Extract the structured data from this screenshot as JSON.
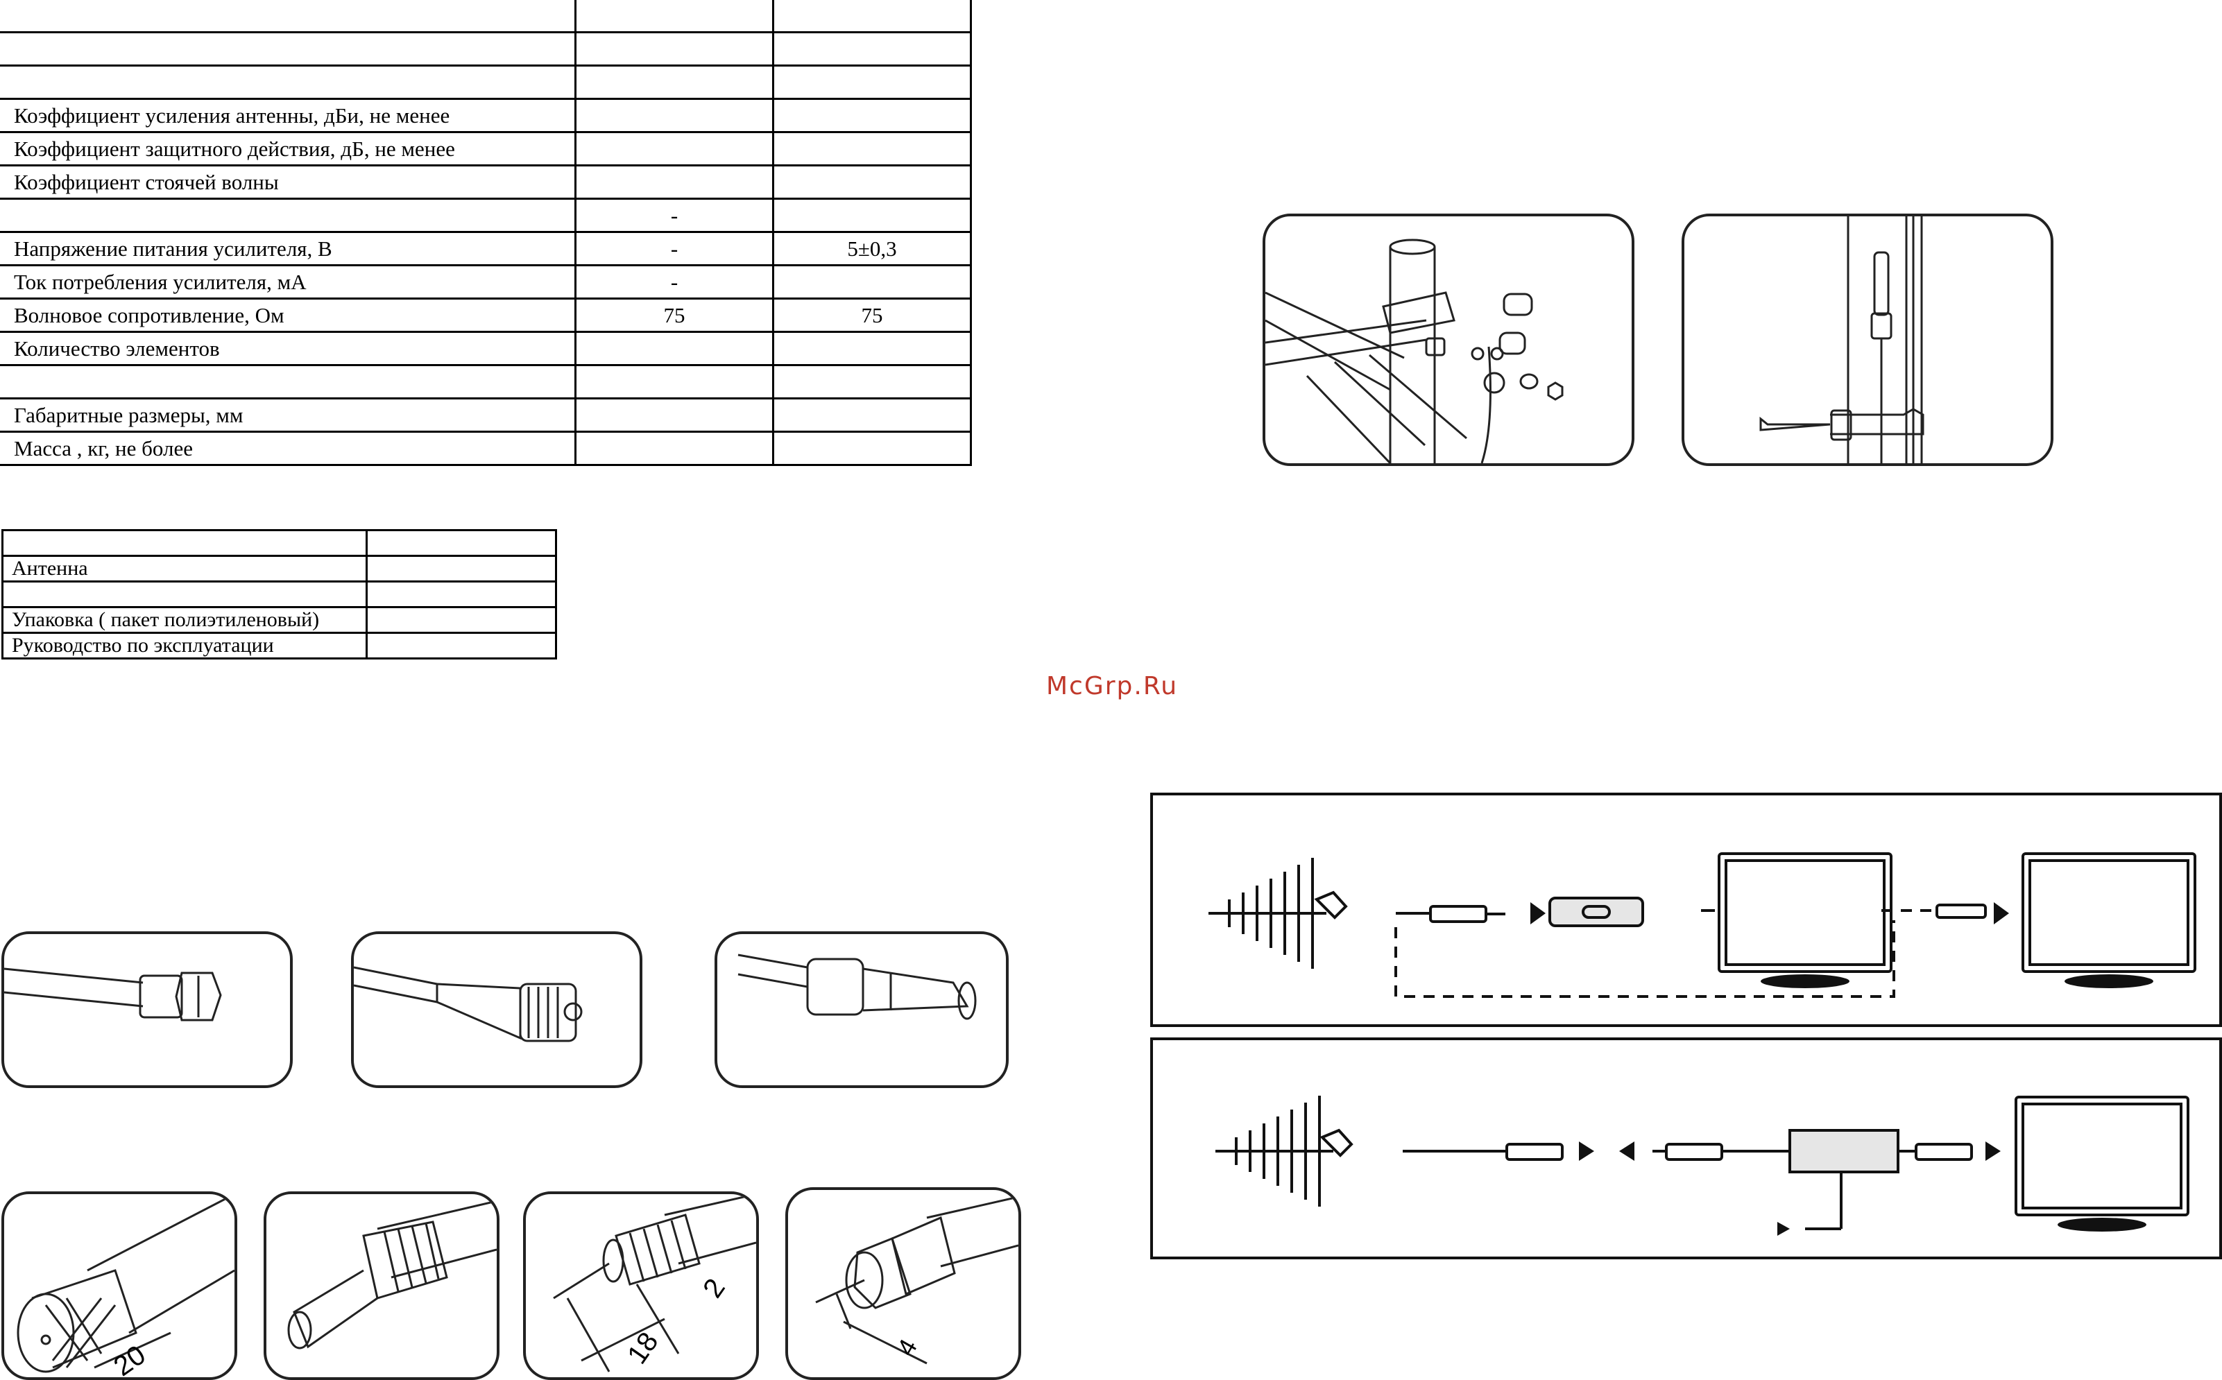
{
  "spec_table": {
    "rows": [
      {
        "label": "",
        "v1": "",
        "v2": ""
      },
      {
        "label": "",
        "v1": "",
        "v2": ""
      },
      {
        "label": "",
        "v1": "",
        "v2": ""
      },
      {
        "label": "Коэффициент усиления антенны, дБи, не менее",
        "v1": "",
        "v2": ""
      },
      {
        "label": "Коэффициент защитного действия, дБ, не менее",
        "v1": "",
        "v2": ""
      },
      {
        "label": "Коэффициент стоячей волны",
        "v1": "",
        "v2": ""
      },
      {
        "label": "",
        "v1": "-",
        "v2": ""
      },
      {
        "label": "Напряжение питания усилителя, В",
        "v1": "-",
        "v2": "5±0,3"
      },
      {
        "label": "Ток потребления усилителя, мА",
        "v1": "-",
        "v2": ""
      },
      {
        "label": "Волновое сопротивление, Ом",
        "v1": "75",
        "v2": "75"
      },
      {
        "label": "Количество элементов",
        "v1": "",
        "v2": ""
      },
      {
        "label": "",
        "v1": "",
        "v2": ""
      },
      {
        "label": "Габаритные размеры, мм",
        "v1": "",
        "v2": ""
      },
      {
        "label": "Масса                , кг, не более",
        "v1": "",
        "v2": ""
      }
    ]
  },
  "kit_table": {
    "rows": [
      {
        "item": "",
        "qty": ""
      },
      {
        "item": "Антенна",
        "qty": ""
      },
      {
        "item": "",
        "qty": ""
      },
      {
        "item": "Упаковка ( пакет полиэтиленовый)",
        "qty": ""
      },
      {
        "item": "Руководство по эксплуатации",
        "qty": ""
      }
    ]
  },
  "watermark": "McGrp.Ru",
  "dimensions": {
    "strip_length": "20",
    "dim_a": "18",
    "dim_b": "2",
    "dim_c": "4"
  },
  "colors": {
    "ink": "#000000",
    "watermark": "#c0392b",
    "device_fill": "#e6e6e6"
  }
}
